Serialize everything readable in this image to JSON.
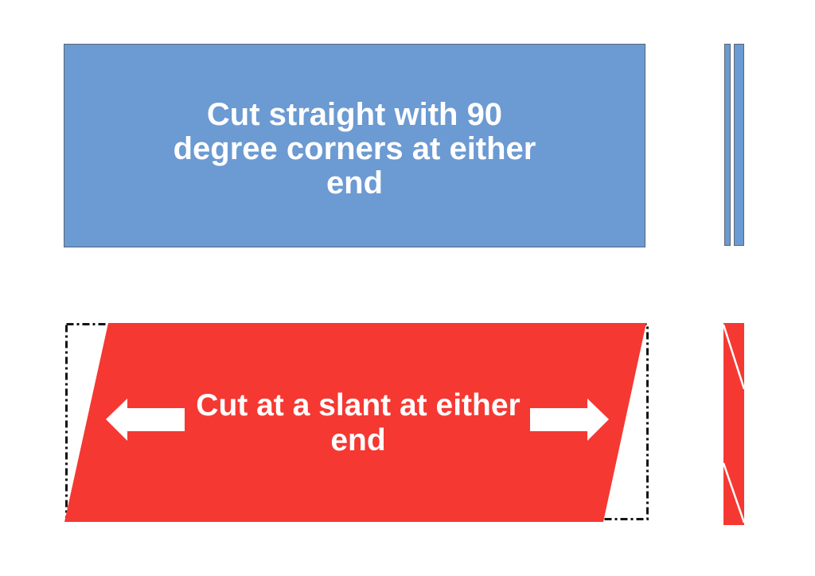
{
  "colors": {
    "bg": "#ffffff",
    "blue-fill": "#6C9AD2",
    "blue-border": "#5A6673",
    "red-fill": "#F53832",
    "dash": "#141414",
    "arrow": "#ffffff",
    "label": "#ffffff"
  },
  "straight_cut": {
    "label_lines": [
      "Cut straight with 90",
      "degree corners at either",
      "end"
    ]
  },
  "slant_cut": {
    "label_lines": [
      "Cut at a slant at either",
      "end"
    ],
    "icons": {
      "left": "block-arrow-left",
      "right": "block-arrow-right"
    }
  }
}
